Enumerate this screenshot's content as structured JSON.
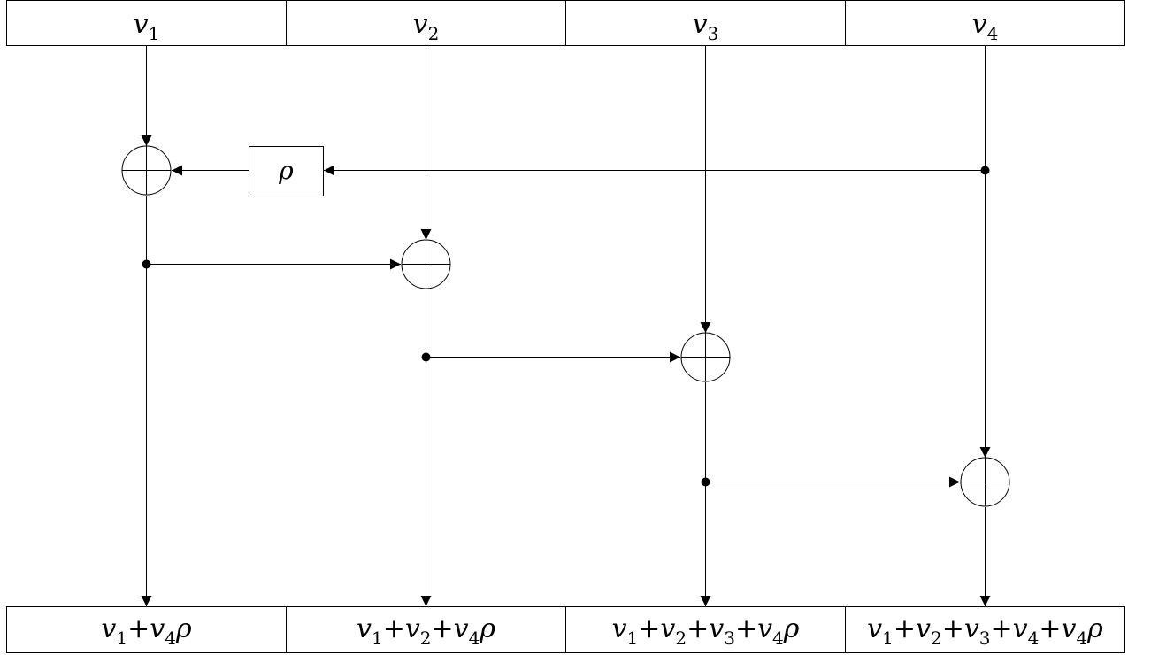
{
  "inputs": [
    {
      "base": "v",
      "sub": "1"
    },
    {
      "base": "v",
      "sub": "2"
    },
    {
      "base": "v",
      "sub": "3"
    },
    {
      "base": "v",
      "sub": "4"
    }
  ],
  "multiplier_label": "ρ",
  "outputs": [
    [
      {
        "base": "v",
        "sub": "1"
      },
      {
        "op": "+"
      },
      {
        "base": "v",
        "sub": "4"
      },
      {
        "tail": "ρ"
      }
    ],
    [
      {
        "base": "v",
        "sub": "1"
      },
      {
        "op": "+"
      },
      {
        "base": "v",
        "sub": "2"
      },
      {
        "op": "+"
      },
      {
        "base": "v",
        "sub": "4"
      },
      {
        "tail": "ρ"
      }
    ],
    [
      {
        "base": "v",
        "sub": "1"
      },
      {
        "op": "+"
      },
      {
        "base": "v",
        "sub": "2"
      },
      {
        "op": "+"
      },
      {
        "base": "v",
        "sub": "3"
      },
      {
        "op": "+"
      },
      {
        "base": "v",
        "sub": "4"
      },
      {
        "tail": "ρ"
      }
    ],
    [
      {
        "base": "v",
        "sub": "1"
      },
      {
        "op": "+"
      },
      {
        "base": "v",
        "sub": "2"
      },
      {
        "op": "+"
      },
      {
        "base": "v",
        "sub": "3"
      },
      {
        "op": "+"
      },
      {
        "base": "v",
        "sub": "4"
      },
      {
        "op": "+"
      },
      {
        "base": "v",
        "sub": "4"
      },
      {
        "tail": "ρ"
      }
    ]
  ],
  "colors": {
    "stroke": "#000000",
    "background": "#ffffff"
  }
}
